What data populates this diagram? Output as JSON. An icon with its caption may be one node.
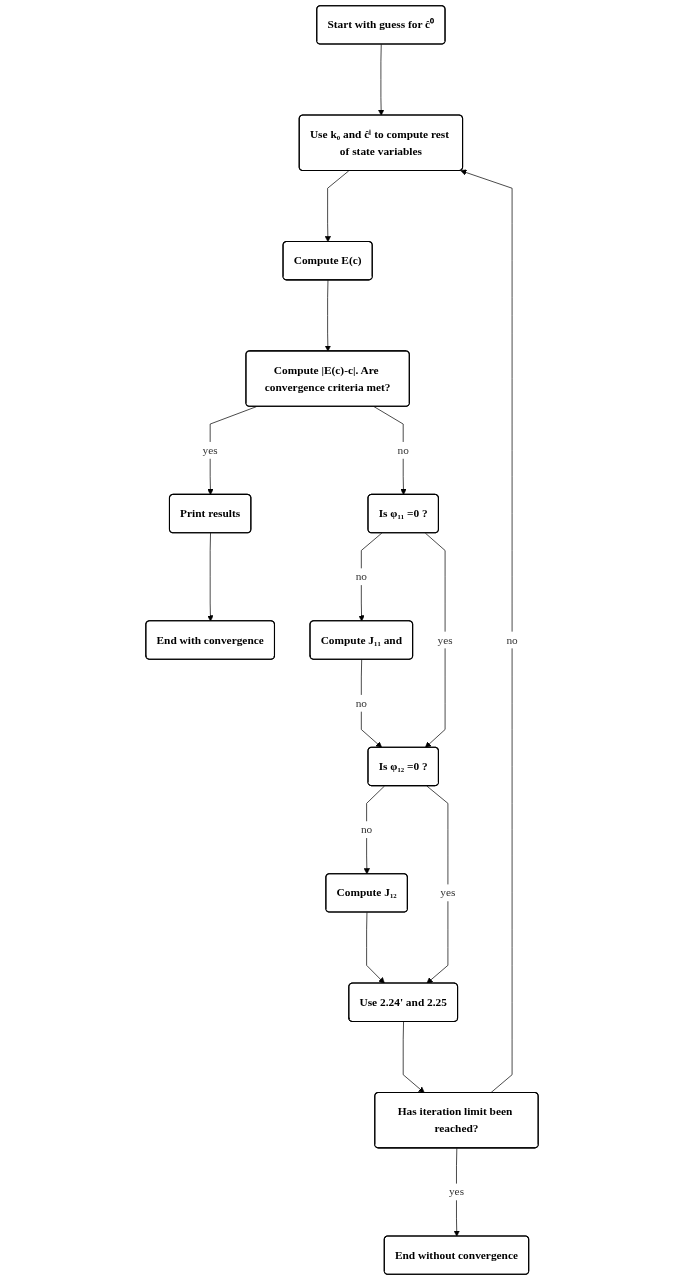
{
  "diagram": {
    "nodes": [
      {
        "text": [
          "Start with guess for ĉ⁰"
        ]
      },
      {
        "text": [
          "Use k₀ and ĉⁱ to compute rest of state variables"
        ]
      },
      {
        "text": [
          "Compute E(c)"
        ]
      },
      {
        "text": [
          "Compute |E(c)-c|. Are convergence criteria met?"
        ]
      },
      {
        "text": [
          "Is φ₁₁ =0 ?"
        ]
      },
      {
        "text": [
          "Compute J₁₁ and"
        ]
      },
      {
        "text": [
          "Is φ₁₂ =0 ?"
        ]
      },
      {
        "text": [
          "Print results"
        ]
      },
      {
        "text": [
          "Compute J₁₂"
        ]
      },
      {
        "text": [
          "Use 2.24' and 2.25"
        ]
      },
      {
        "text": [
          "Has iteration limit been reached?"
        ]
      },
      {
        "text": [
          "End with convergence"
        ]
      },
      {
        "text": [
          "End without convergence"
        ]
      }
    ],
    "edges": [
      {
        "from": 0,
        "to": 1,
        "arrow": "to"
      },
      {
        "from": 1,
        "to": 2,
        "arrow": "to"
      },
      {
        "from": 2,
        "to": 3,
        "arrow": "to"
      },
      {
        "from": 3,
        "to": 7,
        "arrow": "to",
        "label": "yes"
      },
      {
        "from": 3,
        "to": 4,
        "arrow": "to",
        "label": "no"
      },
      {
        "from": 4,
        "to": 5,
        "arrow": "to",
        "label": "no"
      },
      {
        "from": 4,
        "to": 6,
        "arrow": "to",
        "label": "yes"
      },
      {
        "from": 5,
        "to": 6,
        "arrow": "to",
        "label": "no"
      },
      {
        "from": 6,
        "to": 8,
        "arrow": "to",
        "label": "no"
      },
      {
        "from": 6,
        "to": 9,
        "arrow": "to",
        "label": "yes"
      },
      {
        "from": 8,
        "to": 9,
        "arrow": "to"
      },
      {
        "from": 9,
        "to": 10,
        "arrow": "to"
      },
      {
        "from": 10,
        "to": 1,
        "arrow": "to",
        "label": "no"
      },
      {
        "from": 10,
        "to": 12,
        "arrow": "to",
        "label": "yes"
      },
      {
        "from": 7,
        "to": 11,
        "arrow": "to"
      }
    ]
  }
}
